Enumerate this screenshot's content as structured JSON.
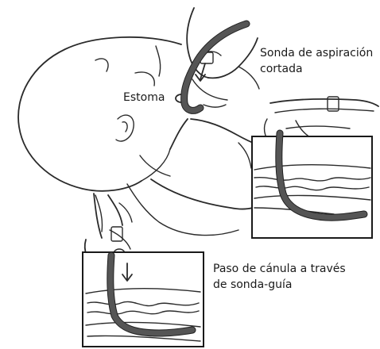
{
  "labels": {
    "estoma": "Estoma",
    "sonda_line1": "Sonda de aspiración",
    "sonda_line2": "cortada",
    "paso_line1": "Paso de cánula a través",
    "paso_line2": "de sonda-guía"
  }
}
